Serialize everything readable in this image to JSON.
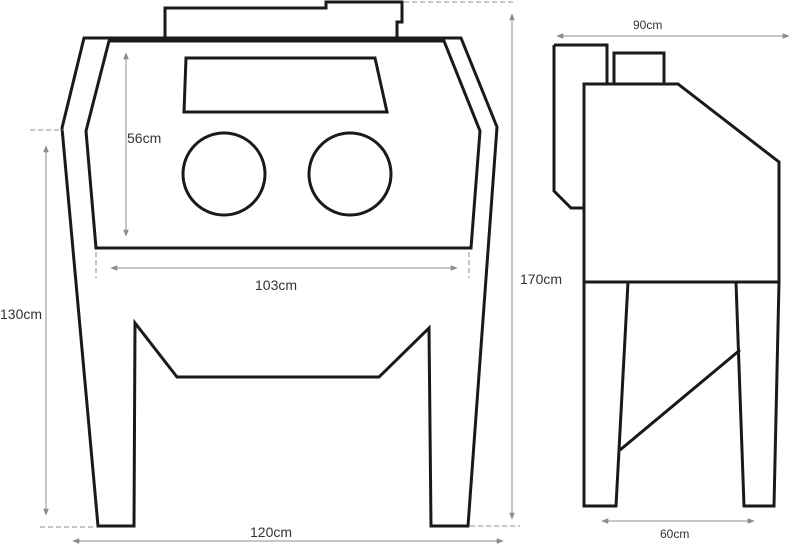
{
  "front_view": {
    "width_inner": "103cm",
    "width_total": "120cm",
    "height_leg": "130cm",
    "height_window": "56cm"
  },
  "side_view": {
    "height_total": "170cm",
    "depth_top": "90cm",
    "depth_base": "60cm"
  },
  "colors": {
    "outline": "#1a1a1a",
    "dimension": "#8c8c8c"
  }
}
